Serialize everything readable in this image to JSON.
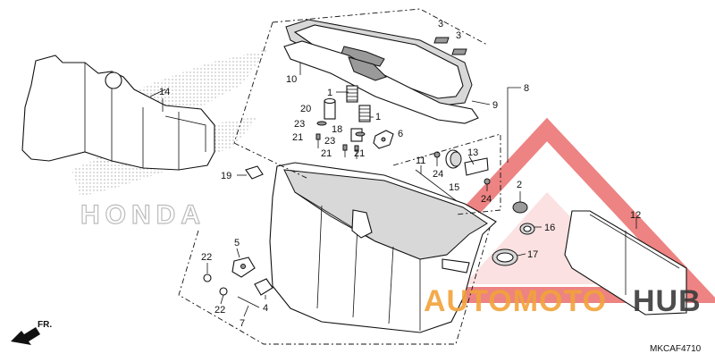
{
  "diagram": {
    "figure_code": "MKCAF4710",
    "direction_label": "FR.",
    "callouts": [
      {
        "id": "c14",
        "label": "14"
      },
      {
        "id": "c3a",
        "label": "3"
      },
      {
        "id": "c3b",
        "label": "3"
      },
      {
        "id": "c8",
        "label": "8"
      },
      {
        "id": "c9",
        "label": "9"
      },
      {
        "id": "c10",
        "label": "10"
      },
      {
        "id": "c1a",
        "label": "1"
      },
      {
        "id": "c1b",
        "label": "1"
      },
      {
        "id": "c20",
        "label": "20"
      },
      {
        "id": "c23a",
        "label": "23"
      },
      {
        "id": "c23b",
        "label": "23"
      },
      {
        "id": "c18",
        "label": "18"
      },
      {
        "id": "c21a",
        "label": "21"
      },
      {
        "id": "c21b",
        "label": "21"
      },
      {
        "id": "c21c",
        "label": "21"
      },
      {
        "id": "c6",
        "label": "6"
      },
      {
        "id": "c11",
        "label": "11"
      },
      {
        "id": "c13",
        "label": "13"
      },
      {
        "id": "c24a",
        "label": "24"
      },
      {
        "id": "c24b",
        "label": "24"
      },
      {
        "id": "c15",
        "label": "15"
      },
      {
        "id": "c19",
        "label": "19"
      },
      {
        "id": "c2",
        "label": "2"
      },
      {
        "id": "c16",
        "label": "16"
      },
      {
        "id": "c12",
        "label": "12"
      },
      {
        "id": "c17",
        "label": "17"
      },
      {
        "id": "c5",
        "label": "5"
      },
      {
        "id": "c22a",
        "label": "22"
      },
      {
        "id": "c22b",
        "label": "22"
      },
      {
        "id": "c4",
        "label": "4"
      },
      {
        "id": "c7",
        "label": "7"
      }
    ]
  },
  "watermark": {
    "brand_left": "AUTOMOTO",
    "brand_right": "HUB",
    "color_primary": "#f2a33a",
    "color_secondary": "#3a3a3a",
    "triangle_color": "#e85a5a"
  },
  "background_logo": {
    "text": "HONDA"
  },
  "colors": {
    "line": "#111111",
    "part_fill": "#ffffff",
    "shade": "#d8d8d8"
  }
}
